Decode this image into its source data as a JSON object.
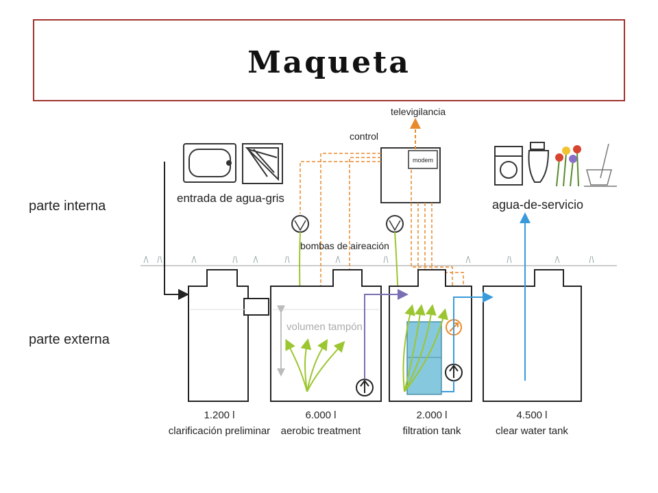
{
  "title": "Maqueta",
  "labels": {
    "televigilancia": "televigilancia",
    "control": "control",
    "modem": "modem",
    "parte_interna": "parte interna",
    "parte_externa": "parte externa",
    "entrada": "entrada de agua-gris",
    "agua_servicio": "agua-de-servicio",
    "bombas": "bombas de aireación",
    "volumen": "volumen tampón"
  },
  "tanks": [
    {
      "volume": "1.200 l",
      "name": "clarificación preliminar"
    },
    {
      "volume": "6.000 l",
      "name": "aerobic treatment"
    },
    {
      "volume": "2.000 l",
      "name": "filtration tank"
    },
    {
      "volume": "4.500 l",
      "name": "clear water tank"
    }
  ],
  "colors": {
    "border": "#a0322d",
    "green": "#9cc630",
    "orange": "#e8892b",
    "blue": "#3a9ad9",
    "purple": "#7b6fb3",
    "filter": "#86c9de"
  }
}
